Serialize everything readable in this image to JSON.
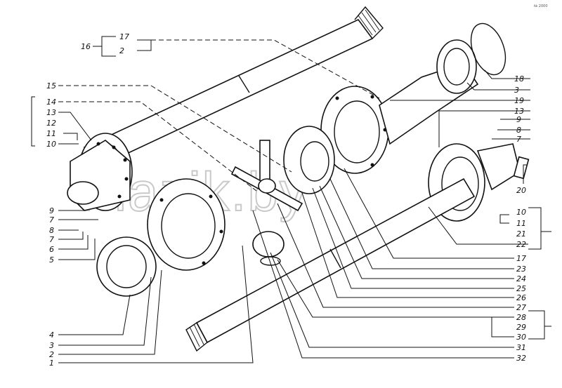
{
  "watermark": "mazik.by",
  "corner_note": "№ 2000",
  "labels_left": [
    "16",
    "17",
    "2",
    "15",
    "14",
    "13",
    "12",
    "11",
    "10",
    "9",
    "7",
    "8",
    "7",
    "6",
    "5",
    "4",
    "3",
    "2",
    "1"
  ],
  "labels_right": [
    "18",
    "3",
    "19",
    "13",
    "9",
    "8",
    "7",
    "20",
    "10",
    "11",
    "21",
    "22",
    "17",
    "23",
    "24",
    "25",
    "26",
    "27",
    "28",
    "29",
    "30",
    "31",
    "32"
  ],
  "colors": {
    "line": "#111111",
    "background": "#ffffff",
    "watermark": "#c9c9c9"
  }
}
